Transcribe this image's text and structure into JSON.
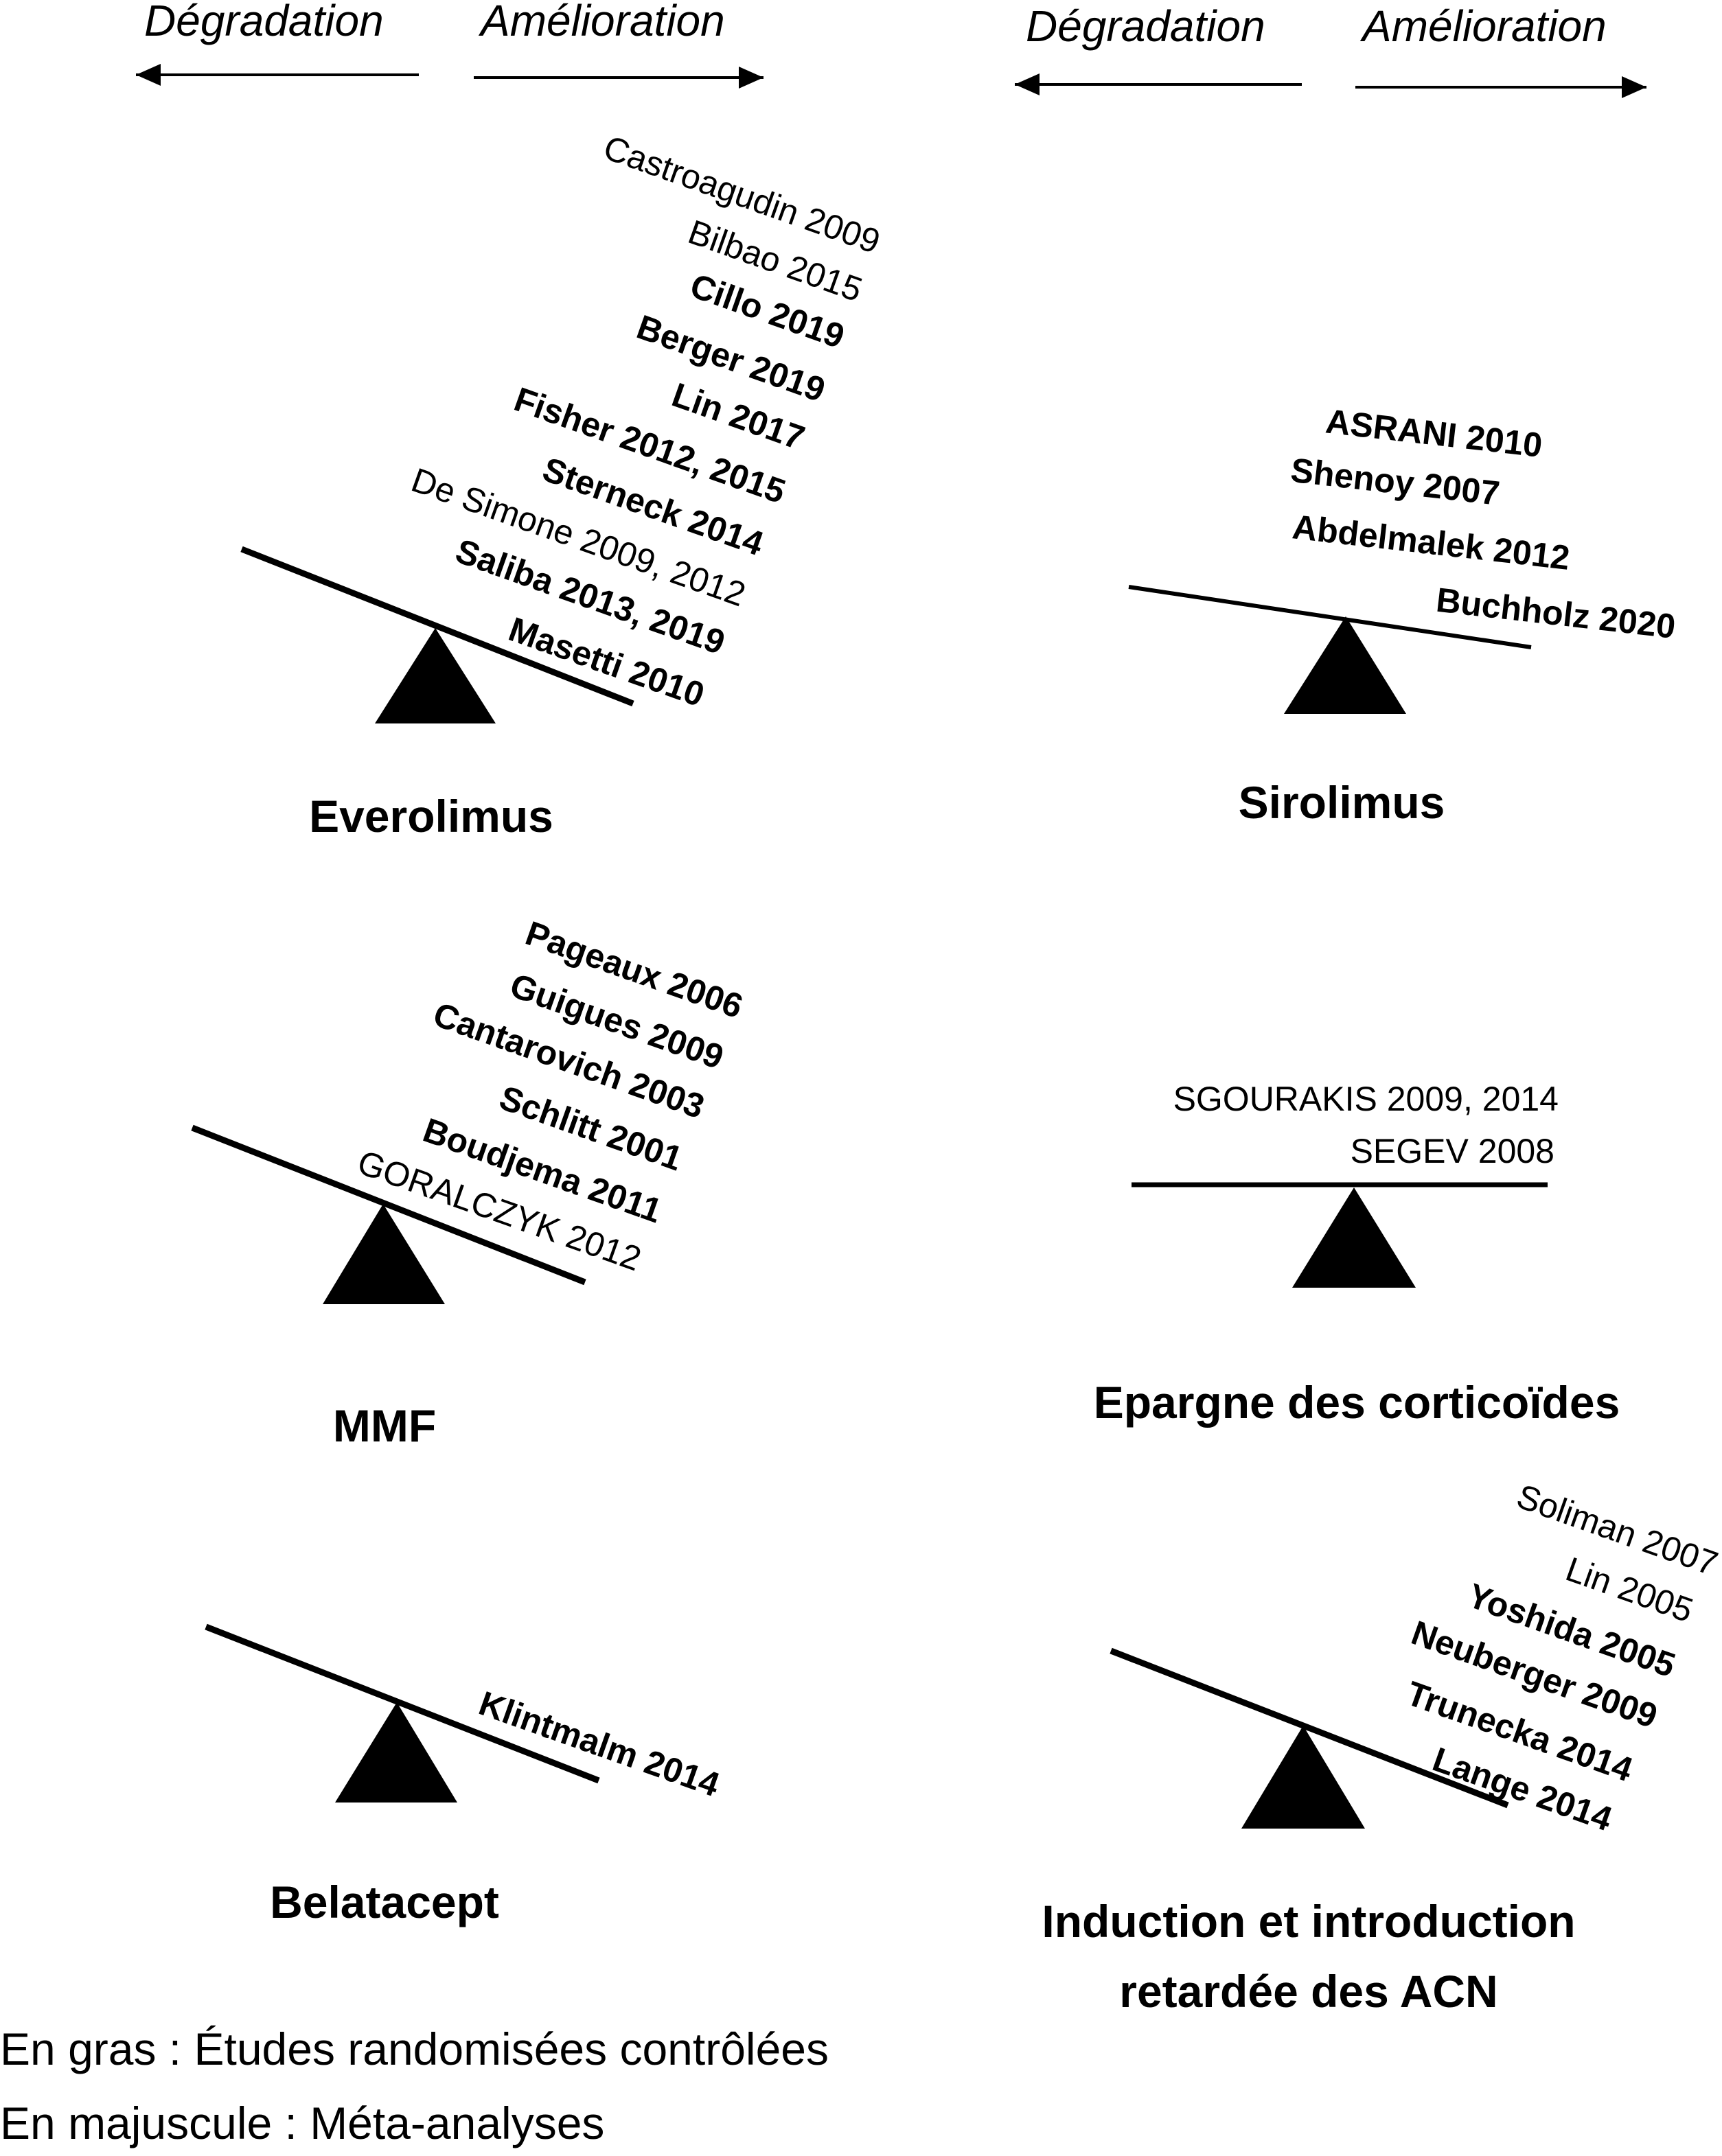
{
  "header": {
    "left": {
      "degradation": "Dégradation",
      "amelioration": "Amélioration"
    },
    "right": {
      "degradation": "Dégradation",
      "amelioration": "Amélioration"
    }
  },
  "panels": {
    "everolimus": {
      "title": "Everolimus",
      "studies": [
        {
          "label": "Castroagudin 2009",
          "bold": false
        },
        {
          "label": "Bilbao 2015",
          "bold": false
        },
        {
          "label": "Cillo 2019",
          "bold": true
        },
        {
          "label": "Berger 2019",
          "bold": true
        },
        {
          "label": "Lin 2017",
          "bold": true
        },
        {
          "label": "Fisher 2012, 2015",
          "bold": true
        },
        {
          "label": "Sterneck 2014",
          "bold": true
        },
        {
          "label": "De Simone 2009, 2012",
          "bold": false
        },
        {
          "label": "Saliba 2013, 2019",
          "bold": true
        },
        {
          "label": "Masetti 2010",
          "bold": true
        }
      ]
    },
    "sirolimus": {
      "title": "Sirolimus",
      "studies": [
        {
          "label": "ASRANI 2010",
          "bold": true
        },
        {
          "label": "Shenoy 2007",
          "bold": true
        },
        {
          "label": "Abdelmalek 2012",
          "bold": true
        },
        {
          "label": "Buchholz 2020",
          "bold": true
        }
      ]
    },
    "mmf": {
      "title": "MMF",
      "studies": [
        {
          "label": "Pageaux 2006",
          "bold": true
        },
        {
          "label": "Guigues 2009",
          "bold": true
        },
        {
          "label": "Cantarovich 2003",
          "bold": true
        },
        {
          "label": "Schlitt 2001",
          "bold": true
        },
        {
          "label": "Boudjema 2011",
          "bold": true
        },
        {
          "label": "GORALCZYK 2012",
          "bold": false
        }
      ]
    },
    "corticoides": {
      "title": "Epargne des corticoïdes",
      "studies": [
        {
          "label": "SGOURAKIS 2009, 2014",
          "bold": false
        },
        {
          "label": "SEGEV 2008",
          "bold": false
        }
      ]
    },
    "belatacept": {
      "title": "Belatacept",
      "studies": [
        {
          "label": "Klintmalm 2014",
          "bold": true
        }
      ]
    },
    "induction": {
      "title_line1": "Induction et introduction",
      "title_line2": "retardée des ACN",
      "studies": [
        {
          "label": "Soliman 2007",
          "bold": false
        },
        {
          "label": "Lin 2005",
          "bold": false
        },
        {
          "label": "Yoshida 2005",
          "bold": true
        },
        {
          "label": "Neuberger 2009",
          "bold": true
        },
        {
          "label": "Trunecka 2014",
          "bold": true
        },
        {
          "label": "Lange 2014",
          "bold": true
        }
      ]
    }
  },
  "legend": {
    "bold_note": "En gras : Études randomisées contrôlées",
    "caps_note": "En majuscule : Méta-analyses"
  }
}
